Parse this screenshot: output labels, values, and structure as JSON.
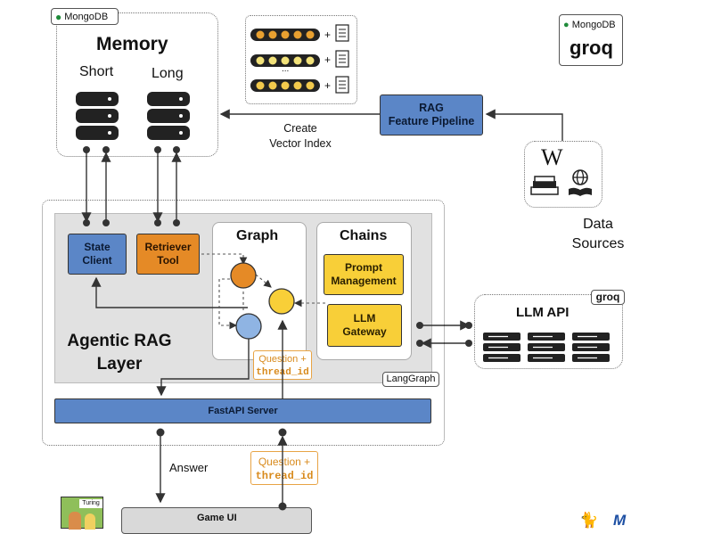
{
  "memory": {
    "logo": "MongoDB",
    "title": "Memory",
    "short_label": "Short",
    "long_label": "Long"
  },
  "vector_index_label": "Create\nVector Index",
  "rag_pipeline_label": "RAG\nFeature Pipeline",
  "vector_rows": [
    "+",
    "+",
    "+"
  ],
  "vector_ellipsis": "...",
  "data_sources_label": "Data\nSources",
  "top_logos": {
    "mongodb": "MongoDB",
    "groq": "groq"
  },
  "agentic": {
    "state_client": "State\nClient",
    "retriever_tool": "Retriever\nTool",
    "graph_title": "Graph",
    "chains_title": "Chains",
    "prompt_management": "Prompt\nManagement",
    "llm_gateway": "LLM\nGateway",
    "layer_title": "Agentic RAG\nLayer",
    "langgraph_badge": "LangGraph",
    "question_tag_1": "Question +",
    "question_tag_2": "thread_id"
  },
  "llm_api": {
    "title": "LLM API",
    "badge": "groq"
  },
  "fastapi_label": "FastAPI Server",
  "answer_label": "Answer",
  "game_ui_label": "Game UI",
  "turing_label": "Turing",
  "colors": {
    "blue": "#5b86c7",
    "orange": "#e58a26",
    "yellow": "#f8cf38",
    "gray_panel": "#e1e1e1",
    "tag_orange": "#d88a1c"
  }
}
